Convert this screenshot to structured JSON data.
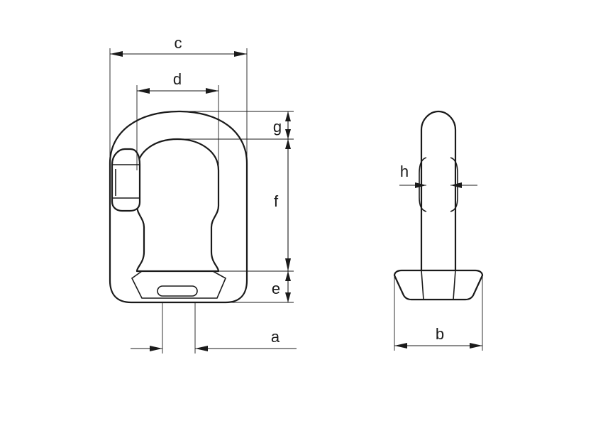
{
  "dimension_labels": {
    "a": "a",
    "b": "b",
    "c": "c",
    "d": "d",
    "e": "e",
    "f": "f",
    "g": "g",
    "h": "h"
  },
  "colors": {
    "line": "#1a1a1a",
    "background": "#ffffff"
  }
}
